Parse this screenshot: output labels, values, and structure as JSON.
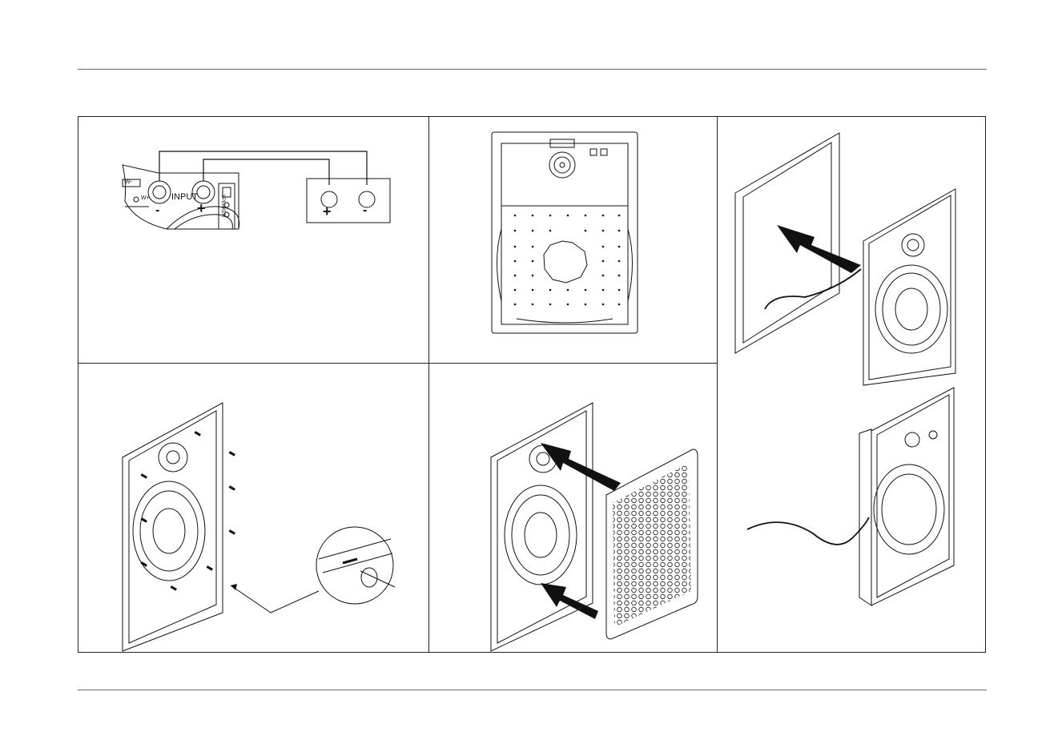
{
  "wiring": {
    "amp_input_label": "INPUT",
    "amp_minus": "-",
    "amp_plus": "+",
    "amp_w_label_1": "W-",
    "amp_w_label_2": "W+",
    "amp_side_label": "SPEAKER",
    "speaker_plus": "+",
    "speaker_minus": "-"
  }
}
